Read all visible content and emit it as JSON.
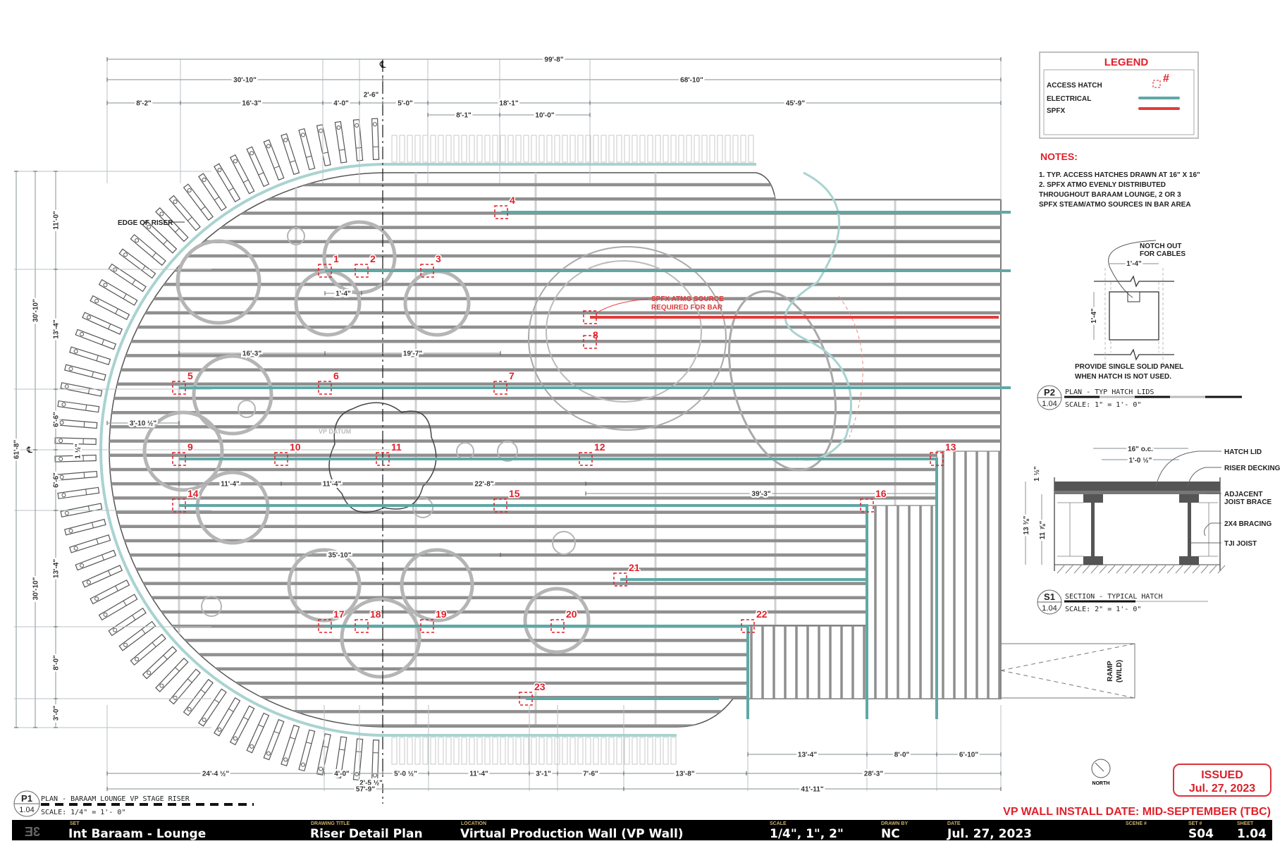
{
  "colors": {
    "electrical": "#5fa8a5",
    "spfx": "#e03c3c",
    "hatch": "#e0202a",
    "titleblock": "#000000"
  },
  "legend": {
    "title": "LEGEND",
    "items": [
      {
        "label": "ACCESS HATCH",
        "symbol": "#"
      },
      {
        "label": "ELECTRICAL"
      },
      {
        "label": "SPFX"
      }
    ]
  },
  "notes": {
    "title": "NOTES:",
    "lines": [
      "1. TYP. ACCESS HATCHES DRAWN AT 16\" X 16\"",
      "2. SPFX ATMO EVENLY DISTRIBUTED",
      "THROUGHOUT BARAAM LOUNGE, 2 OR 3",
      "SPFX STEAM/ATMO SOURCES IN BAR AREA"
    ]
  },
  "plan": {
    "centerline_symbol": "℄",
    "hatches": [
      "1",
      "2",
      "3",
      "4",
      "5",
      "6",
      "7",
      "8",
      "9",
      "10",
      "11",
      "12",
      "13",
      "14",
      "15",
      "16",
      "17",
      "18",
      "19",
      "20",
      "21",
      "22",
      "23"
    ],
    "annotations": {
      "edge_of_riser": "EDGE OF RISER",
      "vp_datum": "VP DATUM",
      "spfx_callout_1": "SPFX ATMO SOURCE",
      "spfx_callout_2": "REQUIRED FOR BAR",
      "ramp": "RAMP",
      "ramp_sub": "(WILD)",
      "north": "NORTH"
    },
    "title_bubble": {
      "id": "P1",
      "sheet": "1.04",
      "title": "PLAN - BARAAM LOUNGE VP STAGE RISER",
      "scale": "SCALE: 1/4\" = 1'- 0\""
    }
  },
  "dimensions": {
    "top": [
      "99'-8\"",
      "30'-10\"",
      "68'-10\"",
      "8'-2\"",
      "16'-3\"",
      "4'-0\"",
      "2'-6\"",
      "5'-0\"",
      "18'-1\"",
      "45'-9\"",
      "8'-1\"",
      "10'-0\""
    ],
    "left": [
      "61'-8\"",
      "30'-10\"",
      "30'-10\"",
      "11'-0\"",
      "13'-4\"",
      "6'-6\"",
      "6'-6\"",
      "13'-4\"",
      "8'-0\"",
      "3'-0\""
    ],
    "bottom": [
      "24'-4 ½\"",
      "4'-0\"",
      "2'-5 ½\"",
      "5'-0 ½\"",
      "11'-4\"",
      "3'-1\"",
      "7'-6\"",
      "13'-8\"",
      "28'-3\"",
      "57'-9\"",
      "41'-11\"",
      "13'-4\"",
      "8'-0\"",
      "6'-10\""
    ],
    "interior": [
      "1'-4\"",
      "16'-3\"",
      "19'-7\"",
      "3'-10 ½\"",
      "11'-4\"",
      "11'-4\"",
      "22'-8\"",
      "39'-3\"",
      "35'-10\"",
      "1 ½\""
    ]
  },
  "detail_p2": {
    "notch_1": "NOTCH OUT",
    "notch_2": "FOR CABLES",
    "width": "1'-4\"",
    "height": "1'-4\"",
    "note_1": "PROVIDE SINGLE SOLID PANEL",
    "note_2": "WHEN HATCH IS NOT USED.",
    "id": "P2",
    "sheet": "1.04",
    "title": "PLAN - TYP HATCH LIDS",
    "scale": "SCALE: 1\" = 1'- 0\""
  },
  "detail_s1": {
    "spacing": "16\" o.c.",
    "opening": "1'-0 ½\"",
    "h_total": "13 ⅜\"",
    "h_joist": "11 ⅞\"",
    "h_deck": "1 ½\"",
    "labels": [
      "HATCH LID",
      "RISER DECKING",
      "ADJACENT",
      "JOIST BRACE",
      "2X4 BRACING",
      "TJI JOIST"
    ],
    "id": "S1",
    "sheet": "1.04",
    "title": "SECTION - TYPICAL HATCH",
    "scale": "SCALE: 2\" = 1'- 0\""
  },
  "stamp": {
    "line1": "ISSUED",
    "line2": "Jul. 27, 2023"
  },
  "install_note": "VP WALL INSTALL DATE: MID-SEPTEMBER (TBC)",
  "titleblock": {
    "logo": "3E",
    "set_label": "SET",
    "set": "Int Baraam - Lounge",
    "drawing_title_label": "DRAWING TITLE",
    "drawing_title": "Riser Detail Plan",
    "location_label": "LOCATION",
    "location": "Virtual Production Wall (VP Wall)",
    "scale_label": "SCALE",
    "scale": "1/4\", 1\", 2\"",
    "drawn_by_label": "DRAWN BY",
    "drawn_by": "NC",
    "date_label": "DATE",
    "date": "Jul. 27, 2023",
    "scene_label": "SCENE #",
    "scene": "",
    "set_num_label": "SET #",
    "set_num": "S04",
    "sheet_label": "SHEET",
    "sheet": "1.04"
  }
}
